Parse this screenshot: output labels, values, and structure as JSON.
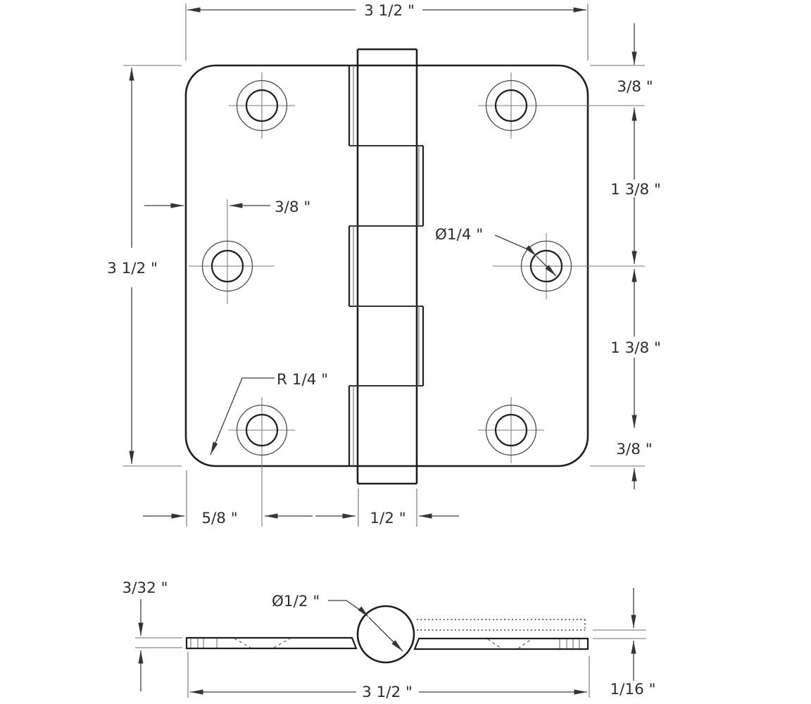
{
  "title": "Door hinge technical drawing",
  "colors": {
    "background": "#ffffff",
    "ink": "#1f1f1f",
    "dim": "#3d3d3d",
    "thin": "#6f6f6f",
    "text": "#2e2e2e"
  },
  "top_view": {
    "dim_width_top": "3 1/2 \"",
    "dim_height_left": "3 1/2 \"",
    "right_chain": {
      "top_margin": "3/8 \"",
      "upper_span": "1 3/8 \"",
      "lower_span": "1 3/8 \"",
      "bottom_margin": "3/8 \""
    },
    "hole_edge_offset": "3/8 \"",
    "hole_diameter": "Ø1/4 \"",
    "corner_radius": "R 1/4 \"",
    "bottom_edge_offset": "5/8 \"",
    "knuckle_width": "1/2 \""
  },
  "side_view": {
    "leaf_thickness": "3/32 \"",
    "barrel_diameter": "Ø1/2 \"",
    "overall_width": "3 1/2 \"",
    "leaf_gap": "1/16 \""
  }
}
